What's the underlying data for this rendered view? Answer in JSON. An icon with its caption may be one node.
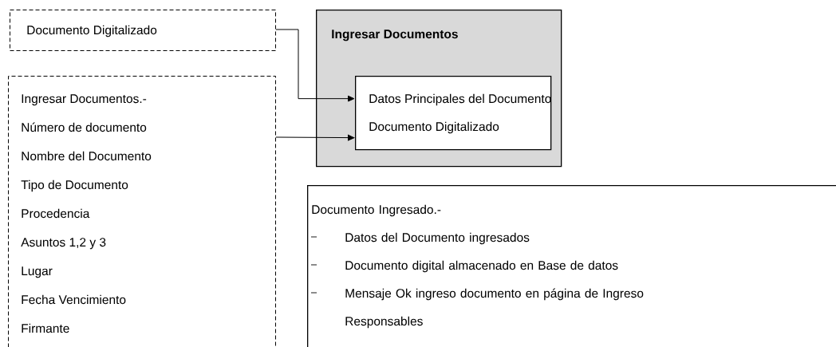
{
  "diagram": {
    "nodes": [
      {
        "text": [
          "Documento Digitalizado"
        ]
      },
      {
        "text": [
          "Ingresar Documentos.-",
          "Número de documento",
          "Nombre del Documento",
          "Tipo de Documento",
          "Procedencia",
          "Asuntos 1,2 y 3",
          "Lugar",
          "Fecha Vencimiento",
          "Firmante"
        ]
      },
      {
        "text": [
          "Ingresar Documentos"
        ]
      },
      {
        "text": [
          "Datos Principales del Documento",
          "Documento Digitalizado"
        ],
        "in": 2
      },
      {
        "text": [
          "Documento Ingresado.-",
          "Datos del Documento ingresados",
          "Documento digital almacenado en Base de datos",
          "Mensaje Ok ingreso documento en página de Ingreso Responsables"
        ]
      }
    ],
    "edges": [
      {
        "from": 0,
        "to": 3,
        "arrow": "to"
      },
      {
        "from": 1,
        "to": 3,
        "arrow": "to"
      }
    ]
  }
}
